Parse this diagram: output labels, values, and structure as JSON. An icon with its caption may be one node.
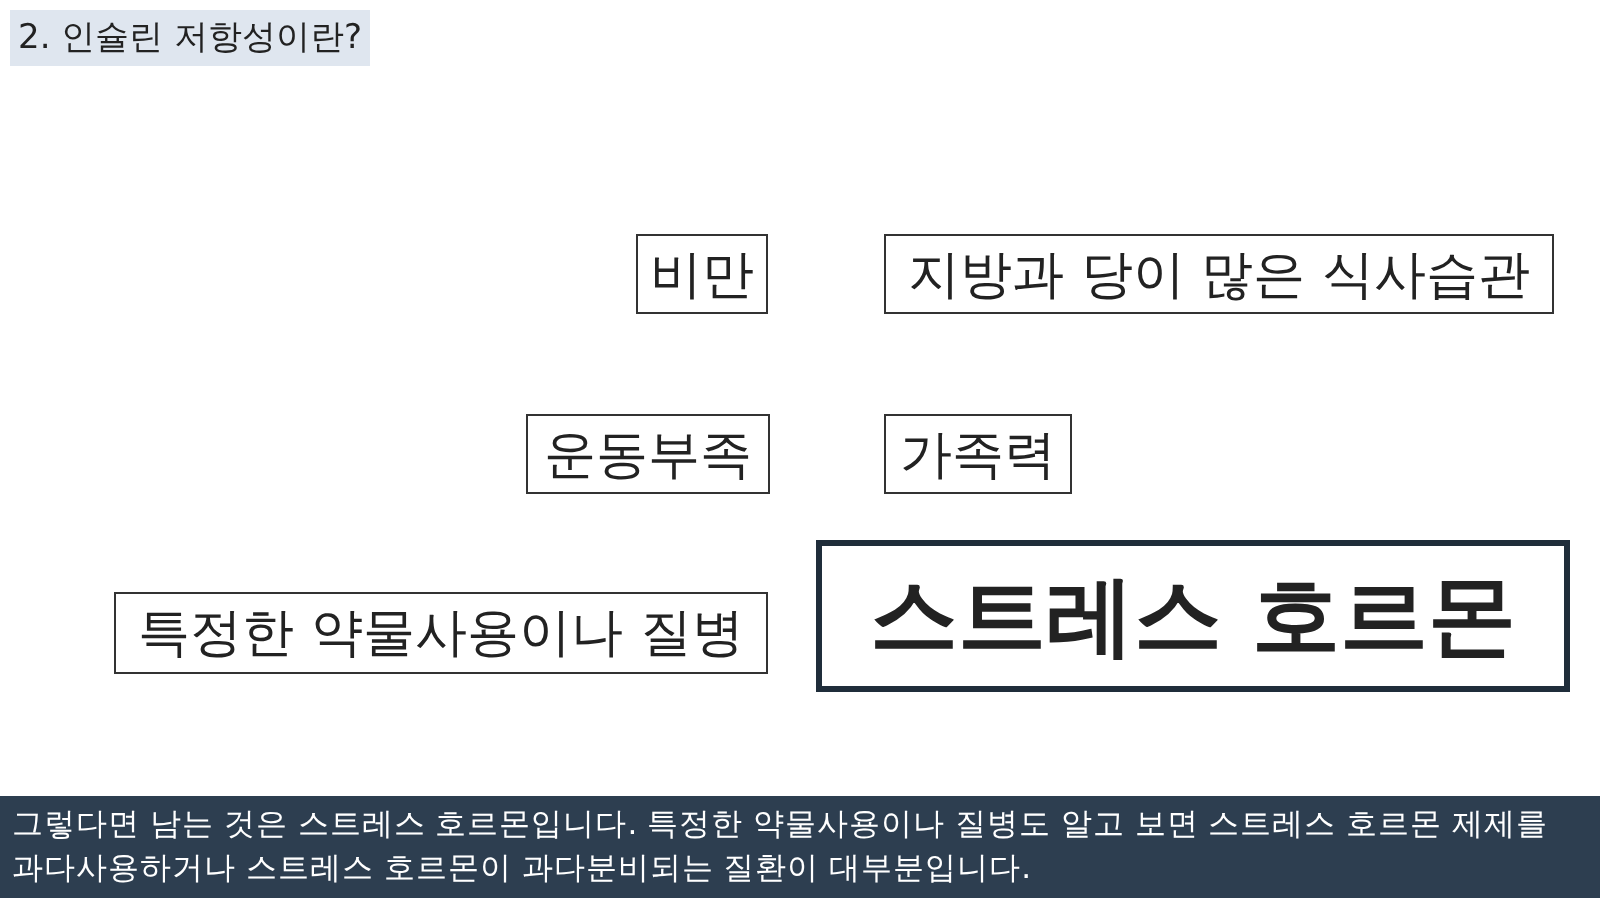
{
  "diagram": {
    "title": "2. 인슐린 저항성이란?",
    "caption": "그렇다면 남는 것은 스트레스 호르몬입니다. 특정한 약물사용이나 질병도 알고 보면 스트레스 호르몬 제제를 과다사용하거나 스트레스 호르몬이 과다분비되는 질환이 대부분입니다.",
    "nodes": [
      {
        "text": [
          "비만"
        ]
      },
      {
        "text": [
          "지방과 당이 많은 식사습관"
        ]
      },
      {
        "text": [
          "운동부족"
        ]
      },
      {
        "text": [
          "가족력"
        ]
      },
      {
        "text": [
          "특정한 약물사용이나 질병"
        ]
      },
      {
        "text": [
          "스트레스 호르몬"
        ]
      }
    ]
  }
}
